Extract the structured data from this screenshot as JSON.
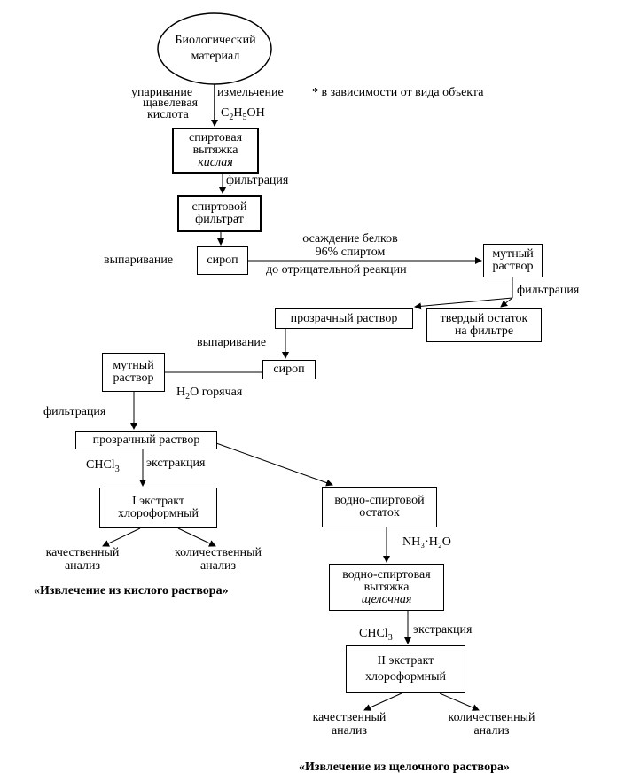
{
  "start": {
    "line1": "Биологический",
    "line2": "материал"
  },
  "labels": {
    "evaporation_top": "упаривание",
    "grinding": "измельчение",
    "note": "* в зависимости от вида объекта",
    "oxalic1": "щавелевая",
    "oxalic2": "кислота",
    "ethanol_pre": "C",
    "ethanol_s1": "2",
    "ethanol_mid": "H",
    "ethanol_s2": "5",
    "ethanol_post": "OH",
    "filtration1": "фильтрация",
    "vyparivanie1": "выпаривание",
    "precip1": "осаждение белков",
    "precip2": "96% спиртом",
    "precip3": "до отрицательной реакции",
    "filtration2": "фильтрация",
    "vyparivanie2": "выпаривание",
    "water_pre": "H",
    "water_sub": "2",
    "water_post": "O горячая",
    "filtration3": "фильтрация",
    "chcl3_a_pre": "CHCl",
    "chcl3_a_sub": "3",
    "extraction1": "экстракция",
    "ammonia": "NH₃·H₂O",
    "chcl3_b_pre": "CHCl",
    "chcl3_b_sub": "3",
    "extraction2": "экстракция",
    "qual1a": "качественный",
    "qual1b": "анализ",
    "quant1a": "количественный",
    "quant1b": "анализ",
    "qual2a": "качественный",
    "qual2b": "анализ",
    "quant2a": "количественный",
    "quant2b": "анализ"
  },
  "boxes": {
    "alcohol_extract": {
      "l1": "спиртовая",
      "l2": "вытяжка",
      "l3": "кислая"
    },
    "alcohol_filtrate": {
      "l1": "спиртовой",
      "l2": "фильтрат"
    },
    "syrup1": "сироп",
    "cloudy1": {
      "l1": "мутный",
      "l2": "раствор"
    },
    "clear1": "прозрачный раствор",
    "residue": {
      "l1": "твердый остаток",
      "l2": "на фильтре"
    },
    "syrup2": "сироп",
    "cloudy2": {
      "l1": "мутный",
      "l2": "раствор"
    },
    "clear2": "прозрачный раствор",
    "extract1": {
      "l1": "I экстракт",
      "l2": "хлороформный"
    },
    "aq_residue": {
      "l1": "водно-спиртовой",
      "l2": "остаток"
    },
    "aq_extract": {
      "l1": "водно-спиртовая",
      "l2": "вытяжка",
      "l3": "щелочная"
    },
    "extract2": {
      "l1": "II  экстракт",
      "l2": "хлороформный"
    }
  },
  "captions": {
    "acid": "«Извлечение из кислого раствора»",
    "alkaline": "«Извлечение из щелочного  раствора»"
  }
}
